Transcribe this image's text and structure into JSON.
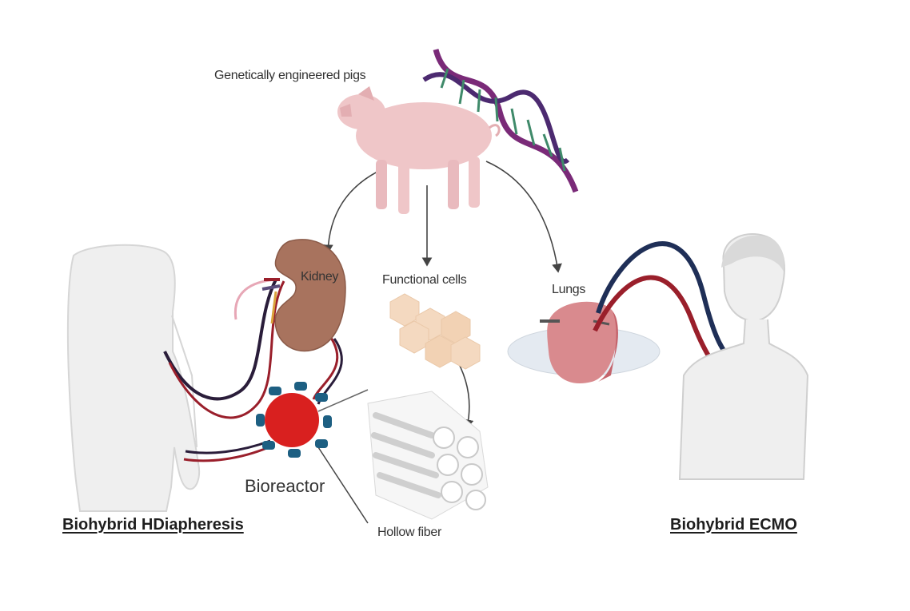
{
  "labels": {
    "pigs": "Genetically engineered pigs",
    "kidney": "Kidney",
    "functional_cells": "Functional cells",
    "lungs": "Lungs",
    "bioreactor": "Bioreactor",
    "hollow_fiber": "Hollow fiber",
    "left_title": "Biohybrid HDiapheresis",
    "right_title": "Biohybrid ECMO"
  },
  "colors": {
    "pig": "#efc6c8",
    "dna_purple": "#7a2a78",
    "dna_green": "#3f8a6a",
    "kidney": "#a8735e",
    "cells": "#f4d9c0",
    "lung": "#d98a8e",
    "bioreactor_core": "#d9201f",
    "bioreactor_beads": "#1d5f82",
    "tube_red": "#9a1f2b",
    "tube_navy": "#1f2f57",
    "tube_pink": "#e7a7b6",
    "human": "#eeeeee"
  },
  "icons": [
    "pig-icon",
    "dna-icon",
    "kidney-icon",
    "cells-icon",
    "lung-icon",
    "bioreactor-icon",
    "hollow-fiber-icon",
    "human-body-icon",
    "human-bust-icon"
  ]
}
